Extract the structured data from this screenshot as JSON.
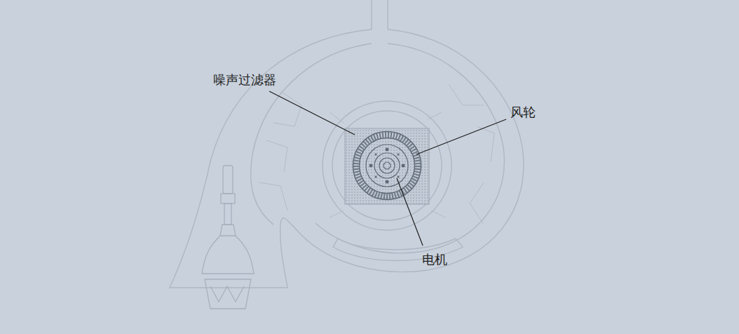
{
  "diagram": {
    "labels": [
      "噪声过滤器",
      "风轮",
      "电机"
    ]
  }
}
